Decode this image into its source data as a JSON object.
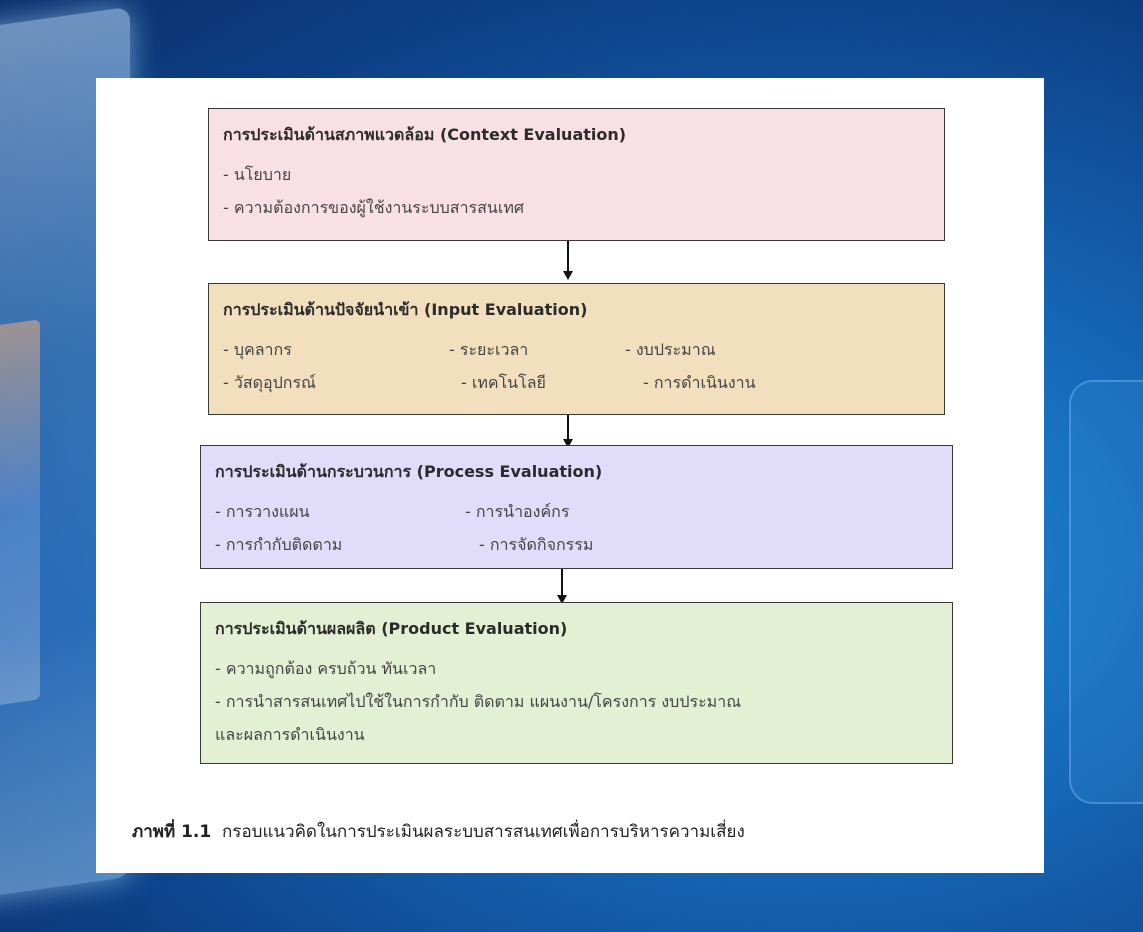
{
  "boxes": [
    {
      "title": "การประเมินด้านสภาพแวดล้อม (Context Evaluation)",
      "lines": [
        "- นโยบาย",
        "- ความต้องการของผู้ใช้งานระบบสารสนเทศ"
      ]
    },
    {
      "title": "การประเมินด้านปัจจัยนำเข้า (Input Evaluation)",
      "rows": [
        [
          "- บุคลากร",
          "- ระยะเวลา",
          "- งบประมาณ"
        ],
        [
          "- วัสดุอุปกรณ์",
          "- เทคโนโลยี",
          "- การดำเนินงาน"
        ]
      ]
    },
    {
      "title": "การประเมินด้านกระบวนการ (Process Evaluation)",
      "rows": [
        [
          "- การวางแผน",
          "- การนำองค์กร"
        ],
        [
          "- การกำกับติดตาม",
          "- การจัดกิจกรรม"
        ]
      ]
    },
    {
      "title": "การประเมินด้านผลผลิต (Product Evaluation)",
      "lines": [
        "- ความถูกต้อง ครบถ้วน ทันเวลา",
        "- การนำสารสนเทศไปใช้ในการกำกับ ติดตาม แผนงาน/โครงการ งบประมาณ",
        "และผลการดำเนินงาน"
      ]
    }
  ],
  "caption": {
    "label": "ภาพที่ 1.1",
    "text": "กรอบแนวคิดในการประเมินผลระบบสารสนเทศเพื่อการบริหารความเสี่ยง"
  },
  "colors": {
    "context": "#f9dfe6",
    "input": "#f1dfbd",
    "process": "#e0dcf9",
    "product": "#e3f0d3"
  }
}
